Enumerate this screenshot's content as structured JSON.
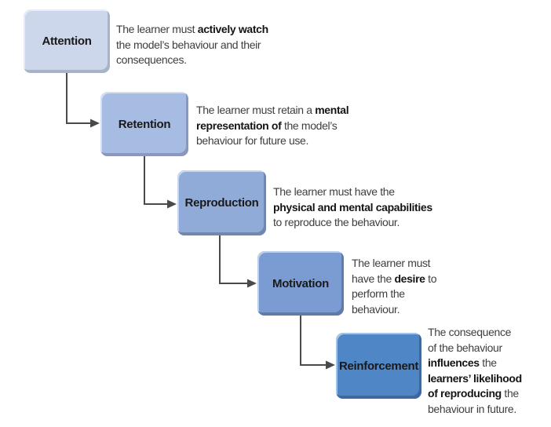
{
  "diagram": {
    "arrow_color": "#4a4a4a",
    "text_color": "#3e3e3e",
    "label_color": "#1a1a1a",
    "background_color": "#ffffff",
    "steps": [
      {
        "label": "Attention",
        "fill": "#cdd7eb",
        "rim": "#a9b3c8",
        "description": [
          [
            {
              "t": "The learner must ",
              "b": false
            },
            {
              "t": "actively watch",
              "b": true
            }
          ],
          [
            {
              "t": "the model’s behaviour and their",
              "b": false
            }
          ],
          [
            {
              "t": "consequences.",
              "b": false
            }
          ]
        ]
      },
      {
        "label": "Retention",
        "fill": "#a6bce2",
        "rim": "#8a99bb",
        "description": [
          [
            {
              "t": "The learner must retain a ",
              "b": false
            },
            {
              "t": "mental",
              "b": true
            }
          ],
          [
            {
              "t": "representation of",
              "b": true
            },
            {
              "t": " the model’s",
              "b": false
            }
          ],
          [
            {
              "t": "behaviour for future use.",
              "b": false
            }
          ]
        ]
      },
      {
        "label": "Reproduction",
        "fill": "#90abd8",
        "rim": "#7187ae",
        "description": [
          [
            {
              "t": "The learner must have the",
              "b": false
            }
          ],
          [
            {
              "t": "physical and mental capabilities",
              "b": true
            }
          ],
          [
            {
              "t": "to reproduce the behaviour.",
              "b": false
            }
          ]
        ]
      },
      {
        "label": "Motivation",
        "fill": "#7b9cd2",
        "rim": "#5f7ba8",
        "description": [
          [
            {
              "t": "The learner must",
              "b": false
            }
          ],
          [
            {
              "t": "have the ",
              "b": false
            },
            {
              "t": "desire",
              "b": true
            },
            {
              "t": " to",
              "b": false
            }
          ],
          [
            {
              "t": "perform the",
              "b": false
            }
          ],
          [
            {
              "t": "behaviour.",
              "b": false
            }
          ]
        ]
      },
      {
        "label": "Reinforcement",
        "fill": "#4f86c6",
        "rim": "#3e68a0",
        "description": [
          [
            {
              "t": "The consequence",
              "b": false
            }
          ],
          [
            {
              "t": "of the behaviour",
              "b": false
            }
          ],
          [
            {
              "t": "influences",
              "b": true
            },
            {
              "t": " the",
              "b": false
            }
          ],
          [
            {
              "t": "learners’ likelihood",
              "b": true
            }
          ],
          [
            {
              "t": "of reproducing",
              "b": true
            },
            {
              "t": " the",
              "b": false
            }
          ],
          [
            {
              "t": "behaviour in future.",
              "b": false
            }
          ]
        ]
      }
    ]
  }
}
